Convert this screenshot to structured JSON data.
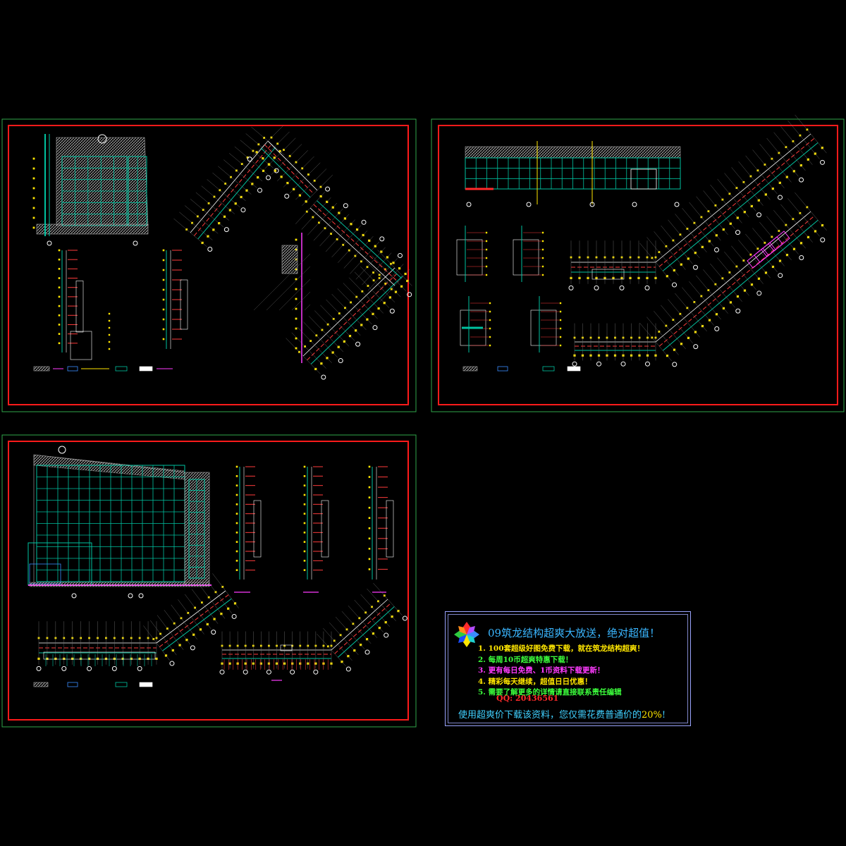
{
  "colors": {
    "background": "#000000",
    "sheet_frame": "#2fa64a",
    "title_border": "#ff1a1a",
    "dimension_yellow": "#ffe600",
    "structure_green": "#00c2a0",
    "accent_magenta": "#ff3bff",
    "hatch": "#c9c9c9"
  },
  "sheets": [
    {
      "name": "sheet-top-left",
      "label": "curtain wall elevation and plan"
    },
    {
      "name": "sheet-top-right",
      "label": "strip elevation and angled plan"
    },
    {
      "name": "sheet-bottom-left",
      "label": "tower elevation, sections and plan"
    }
  ],
  "ad": {
    "title": "09筑龙结构超爽大放送，绝对超值！",
    "items": [
      {
        "num": "1.",
        "text": "100套超级好图免费下载，就在筑龙结构超爽！",
        "color": "#ffe600"
      },
      {
        "num": "2.",
        "text": "每周10币超爽特惠下载！",
        "color": "#3cff3c"
      },
      {
        "num": "3.",
        "text": "更有每日免费、1币资料下载更新！",
        "color": "#ff3bff"
      },
      {
        "num": "4.",
        "text": "精彩每天继续，超值日日优惠！",
        "color": "#ffe600"
      },
      {
        "num": "5.",
        "text": "需要了解更多的详情请直接联系责任编辑",
        "color": "#3cff3c"
      }
    ],
    "qq": "QQ: 20436561",
    "footer_prefix": "使用超爽价下载该资料，您仅需花费普通价的",
    "footer_highlight": "20%",
    "footer_suffix": "!",
    "logo_icon": "pinwheel-logo-icon"
  }
}
